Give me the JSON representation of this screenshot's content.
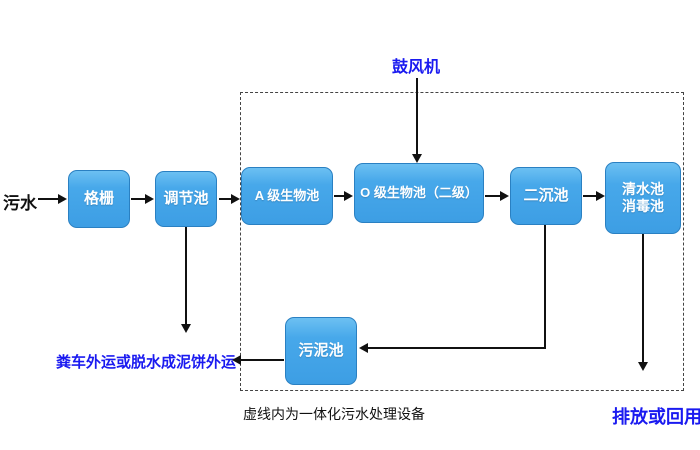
{
  "diagram": {
    "external_labels": {
      "influent": "污水",
      "blower": "鼓风机",
      "sludge_disposal": "粪车外运或脱水成泥饼外运",
      "boundary_caption": "虚线内为一体化污水处理设备",
      "effluent": "排放或回用"
    },
    "nodes": [
      {
        "id": "grating",
        "label": "格栅"
      },
      {
        "id": "regulating-tank",
        "label": "调节池"
      },
      {
        "id": "a-bio-tank",
        "label": "A 级生物池"
      },
      {
        "id": "o-bio-tank",
        "label": "O 级生物池（二级）"
      },
      {
        "id": "secondary-sedimentation-tank",
        "label": "二沉池"
      },
      {
        "id": "clean-water-tank",
        "label": "清水池",
        "label2": "消毒池"
      },
      {
        "id": "sludge-tank",
        "label": "污泥池"
      }
    ],
    "colors": {
      "node_fill": "#42a4e8",
      "node_fill_light": "#6cc0f2",
      "node_border": "#2a80c2",
      "node_text": "#ffffff",
      "annotation_blue": "#1a1af0",
      "annotation_black": "#111111",
      "arrow": "#111111",
      "background": "#ffffff"
    }
  }
}
